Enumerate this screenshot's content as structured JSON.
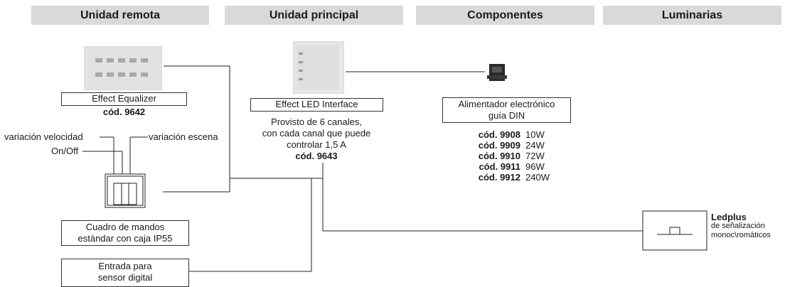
{
  "headers": [
    "Unidad remota",
    "Unidad principal",
    "Componentes",
    "Luminarias"
  ],
  "equalizer": {
    "name": "Effect Equalizer",
    "code": "cód. 9642"
  },
  "controls": {
    "speed": "variación velocidad",
    "scene": "variación escena",
    "onoff": "On/Off"
  },
  "panel": {
    "line1": "Cuadro de mandos",
    "line2": "estándar con caja IP55"
  },
  "sensor": {
    "line1": "Entrada para",
    "line2": "sensor digital"
  },
  "led_interface": {
    "name": "Effect LED Interface",
    "desc1": "Provisto de 6 canales,",
    "desc2": "con cada canal que puede",
    "desc3": "controlar 1,5 A",
    "code": "cód. 9643"
  },
  "power_supply": {
    "line1": "Alimentador electrónico",
    "line2": "guía DIN",
    "models": [
      {
        "code": "cód. 9908",
        "watts": "10W"
      },
      {
        "code": "cód. 9909",
        "watts": "24W"
      },
      {
        "code": "cód. 9910",
        "watts": "72W"
      },
      {
        "code": "cód. 9911",
        "watts": "96W"
      },
      {
        "code": "cód. 9912",
        "watts": "240W"
      }
    ]
  },
  "luminaire": {
    "name": "Ledplus",
    "line1": "de señalización",
    "line2": "monoc\\romáticos"
  }
}
